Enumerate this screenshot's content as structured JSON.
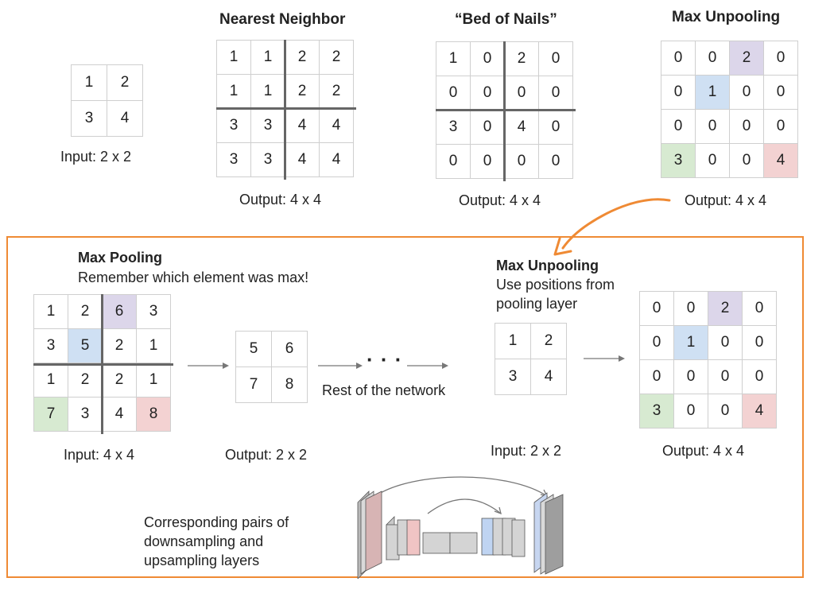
{
  "top": {
    "input_grid": [
      [
        "1",
        "2"
      ],
      [
        "3",
        "4"
      ]
    ],
    "input_caption": "Input: 2 x 2",
    "nearest": {
      "title": "Nearest Neighbor",
      "grid": [
        [
          "1",
          "1",
          "2",
          "2"
        ],
        [
          "1",
          "1",
          "2",
          "2"
        ],
        [
          "3",
          "3",
          "4",
          "4"
        ],
        [
          "3",
          "3",
          "4",
          "4"
        ]
      ],
      "caption": "Output: 4 x 4"
    },
    "bed": {
      "title": "“Bed of Nails”",
      "grid": [
        [
          "1",
          "0",
          "2",
          "0"
        ],
        [
          "0",
          "0",
          "0",
          "0"
        ],
        [
          "3",
          "0",
          "4",
          "0"
        ],
        [
          "0",
          "0",
          "0",
          "0"
        ]
      ],
      "caption": "Output: 4 x 4"
    },
    "maxunpool": {
      "title": "Max Unpooling",
      "grid": [
        [
          "0",
          "0",
          "2",
          "0"
        ],
        [
          "0",
          "1",
          "0",
          "0"
        ],
        [
          "0",
          "0",
          "0",
          "0"
        ],
        [
          "3",
          "0",
          "0",
          "4"
        ]
      ],
      "caption": "Output: 4 x 4"
    }
  },
  "bottom": {
    "maxpool_title": "Max Pooling",
    "maxpool_subtitle": "Remember which element was max!",
    "maxpool_grid": [
      [
        "1",
        "2",
        "6",
        "3"
      ],
      [
        "3",
        "5",
        "2",
        "1"
      ],
      [
        "1",
        "2",
        "2",
        "1"
      ],
      [
        "7",
        "3",
        "4",
        "8"
      ]
    ],
    "maxpool_caption": "Input: 4 x 4",
    "pooled_grid": [
      [
        "5",
        "6"
      ],
      [
        "7",
        "8"
      ]
    ],
    "pooled_caption": "Output: 2 x 2",
    "dots": "· · ·",
    "rest_label": "Rest of the network",
    "unpool_title": "Max Unpooling",
    "unpool_subtitle_1": "Use positions from",
    "unpool_subtitle_2": "pooling layer",
    "unpool_input_grid": [
      [
        "1",
        "2"
      ],
      [
        "3",
        "4"
      ]
    ],
    "unpool_input_caption": "Input: 2 x 2",
    "unpool_output_grid": [
      [
        "0",
        "0",
        "2",
        "0"
      ],
      [
        "0",
        "1",
        "0",
        "0"
      ],
      [
        "0",
        "0",
        "0",
        "0"
      ],
      [
        "3",
        "0",
        "0",
        "4"
      ]
    ],
    "unpool_output_caption": "Output: 4 x 4",
    "pairs_line1": "Corresponding pairs of",
    "pairs_line2": "downsampling and",
    "pairs_line3": "upsampling layers"
  },
  "colors": {
    "frame": "#ef8a34",
    "purple": "#dcd6ea",
    "blue": "#cfe0f3",
    "green": "#d7ead1",
    "red": "#f3d2d2"
  }
}
